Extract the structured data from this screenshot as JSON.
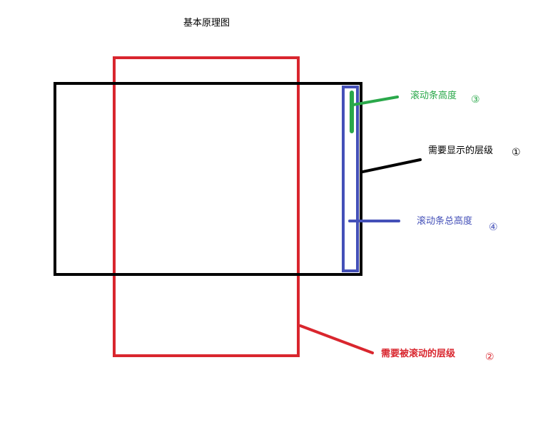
{
  "title": "基本原理图",
  "colors": {
    "display_layer": "#000000",
    "scrolled_layer": "#d9262e",
    "scrollbar_thumb": "#2aa84a",
    "scrollbar_track": "#4450b8"
  },
  "labels": {
    "scrollbar_height": {
      "text": "滚动条高度",
      "number": "③"
    },
    "display_layer": {
      "text": "需要显示的层级",
      "number": "①"
    },
    "scrollbar_total_height": {
      "text": "滚动条总高度",
      "number": "④"
    },
    "scrolled_layer": {
      "text": "需要被滚动的层级",
      "number": "②"
    }
  }
}
